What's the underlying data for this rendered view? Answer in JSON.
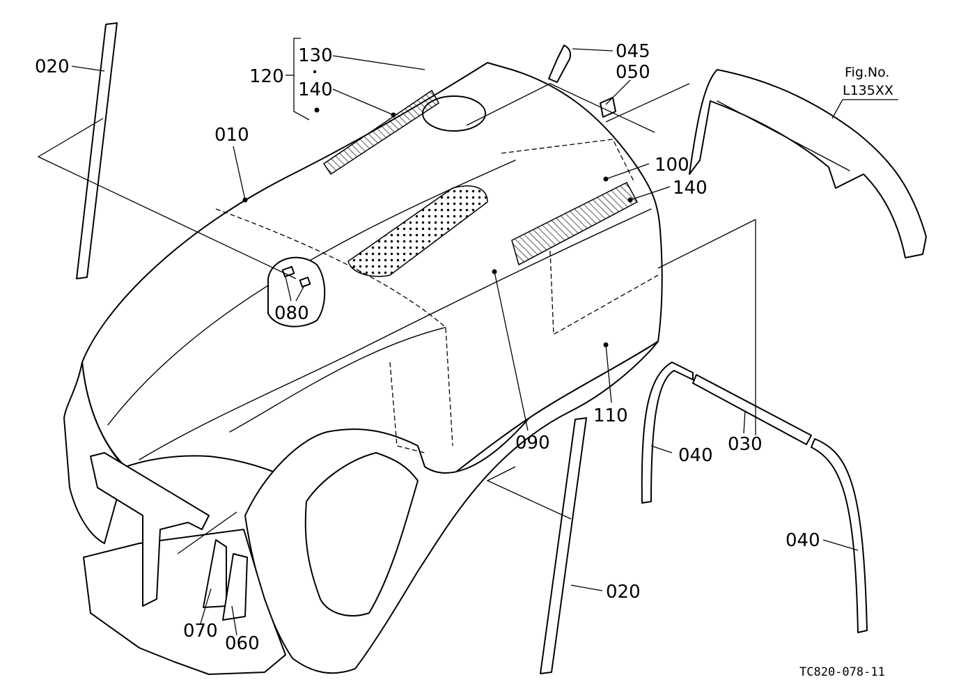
{
  "figure": {
    "fig_no_label": "Fig.No.",
    "fig_no_value": "L135XX",
    "drawing_code": "TC820-078-11"
  },
  "callouts": {
    "c020_top": "020",
    "c010": "010",
    "c120": "120",
    "c130": "130",
    "c140_top": "140",
    "c045": "045",
    "c050": "050",
    "c100": "100",
    "c140_right": "140",
    "c080": "080",
    "c090": "090",
    "c110": "110",
    "c040_upper": "040",
    "c030": "030",
    "c040_lower": "040",
    "c020_bottom": "020",
    "c070": "070",
    "c060": "060"
  }
}
